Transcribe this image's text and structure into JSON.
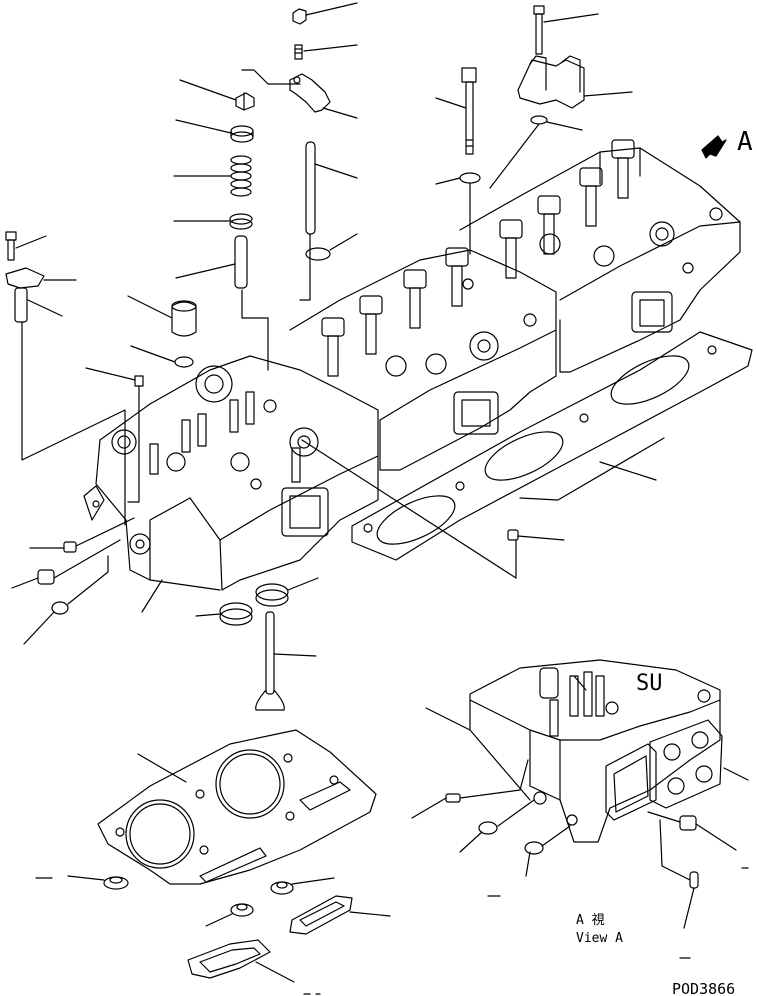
{
  "diagram": {
    "view_marker": "A",
    "view_label_jp": "A 視",
    "view_label_en": "View A",
    "drawing_code": "POD3866"
  },
  "colors": {
    "ink": "#000000",
    "paper": "#ffffff"
  }
}
